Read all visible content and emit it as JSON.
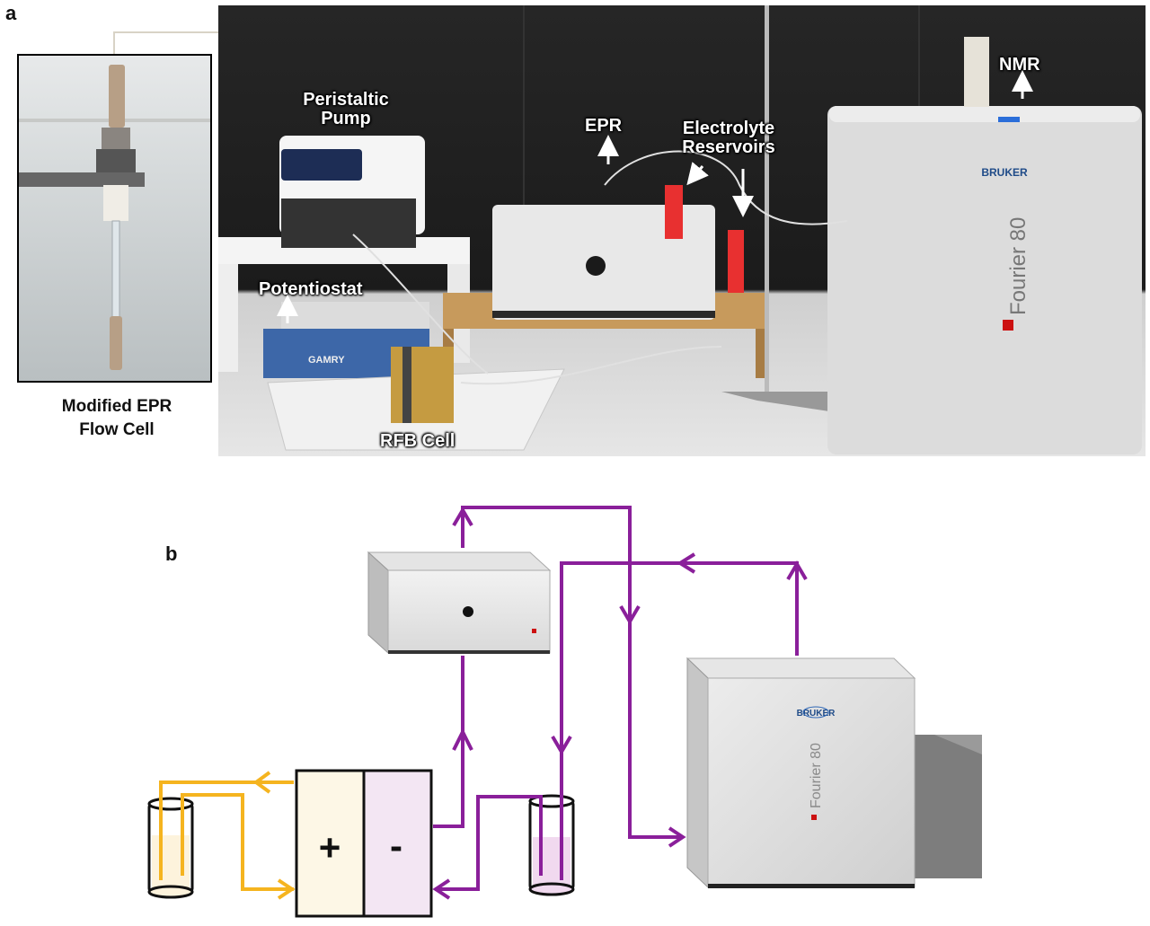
{
  "panel_a": {
    "letter": "a",
    "inset_caption_line1": "Modified EPR",
    "inset_caption_line2": "Flow Cell",
    "labels": {
      "pump_line1": "Peristaltic",
      "pump_line2": "Pump",
      "epr": "EPR",
      "reservoirs_line1": "Electrolyte",
      "reservoirs_line2": "Reservoirs",
      "nmr": "NMR",
      "potentiostat": "Potentiostat",
      "rfb_cell": "RFB Cell"
    },
    "device_text": {
      "bruker": "BRUKER",
      "fourier": "Fourier 80",
      "gamry": "GAMRY"
    }
  },
  "panel_b": {
    "letter": "b",
    "cell_plus": "+",
    "cell_minus": "-",
    "bruker": "BRUKER",
    "fourier": "Fourier 80"
  },
  "colors": {
    "purple_flow": "#8a1f9a",
    "yellow_flow": "#f5b41f",
    "plus_fill": "#fdf7e6",
    "minus_fill": "#f3e6f3",
    "nmr_red": "#cc1111"
  }
}
